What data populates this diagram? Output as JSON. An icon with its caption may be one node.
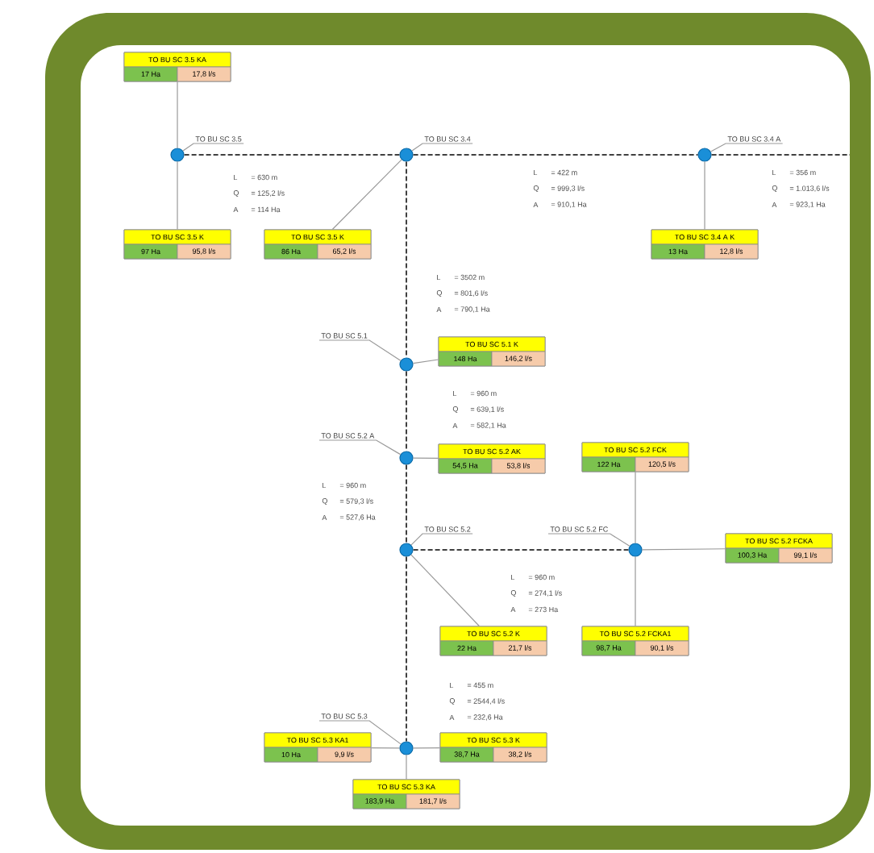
{
  "diagram": {
    "nodes": [
      {
        "text": [
          "TO BU SC 3.5 KA",
          "17 Ha",
          "17,8 l/s"
        ]
      },
      {
        "text": [
          "TO BU SC 3.5"
        ]
      },
      {
        "text": [],
        "shape": "circle"
      },
      {
        "text": [
          "TO BU SC 3.4"
        ]
      },
      {
        "text": [],
        "shape": "circle"
      },
      {
        "text": [
          "TO BU SC 3.4 A"
        ]
      },
      {
        "text": [],
        "shape": "circle"
      },
      {
        "text": [
          "TO BU SC 3.5 K",
          "97 Ha",
          "95,8 l/s"
        ]
      },
      {
        "text": [
          "TO BU SC 3.5 K",
          "86 Ha",
          "65,2 l/s"
        ]
      },
      {
        "text": [
          "TO BU SC 3.4 A K",
          "13 Ha",
          "12,8 l/s"
        ]
      },
      {
        "text": [
          "TO BU SC 5.1"
        ]
      },
      {
        "text": [],
        "shape": "circle"
      },
      {
        "text": [
          "TO BU SC 5.1 K",
          "148 Ha",
          "146,2 l/s"
        ]
      },
      {
        "text": [
          "TO BU SC 5.2 A"
        ]
      },
      {
        "text": [],
        "shape": "circle"
      },
      {
        "text": [
          "TO BU SC 5.2 AK",
          "54,5 Ha",
          "53,8 l/s"
        ]
      },
      {
        "text": [
          "TO BU SC 5.2 FCK",
          "122 Ha",
          "120,5 l/s"
        ]
      },
      {
        "text": [
          "TO BU SC 5.2"
        ]
      },
      {
        "text": [
          "TO BU SC 5.2 FC"
        ]
      },
      {
        "text": [],
        "shape": "circle"
      },
      {
        "text": [],
        "shape": "circle"
      },
      {
        "text": [
          "TO BU SC 5.2 FCKA",
          "100,3 Ha",
          "99,1 l/s"
        ]
      },
      {
        "text": [
          "TO BU SC 5.2 K",
          "22 Ha",
          "21,7 l/s"
        ]
      },
      {
        "text": [
          "TO BU SC 5.2 FCKA1",
          "98,7 Ha",
          "90,1 l/s"
        ]
      },
      {
        "text": [
          "TO BU SC 5.3"
        ]
      },
      {
        "text": [],
        "shape": "circle"
      },
      {
        "text": [
          "TO BU SC 5.3 KA1",
          "10 Ha",
          "9,9 l/s"
        ]
      },
      {
        "text": [
          "TO BU SC 5.3 K",
          "38,7 Ha",
          "38,2 l/s"
        ]
      },
      {
        "text": [
          "TO BU SC 5.3 KA",
          "183,9 Ha",
          "181,7 l/s"
        ]
      }
    ],
    "edges": [
      {
        "from": 2,
        "to": 4,
        "arrow": "none",
        "style": "dashed",
        "color": "#404040"
      },
      {
        "from": 4,
        "to": 6,
        "arrow": "none",
        "style": "dashed",
        "color": "#404040"
      },
      {
        "from": 6,
        "to": null,
        "arrow": "none",
        "style": "dashed",
        "color": "#404040"
      },
      {
        "from": 4,
        "to": 11,
        "arrow": "none",
        "style": "dashed",
        "color": "#404040"
      },
      {
        "from": 11,
        "to": 14,
        "arrow": "none",
        "style": "dashed",
        "color": "#404040"
      },
      {
        "from": 14,
        "to": 19,
        "arrow": "none",
        "style": "dashed",
        "color": "#404040"
      },
      {
        "from": 19,
        "to": 20,
        "arrow": "none",
        "style": "dashed",
        "color": "#404040"
      },
      {
        "from": 19,
        "to": 25,
        "arrow": "none",
        "style": "dashed",
        "color": "#404040"
      },
      {
        "from": 2,
        "to": 0,
        "arrow": "none"
      },
      {
        "from": 2,
        "to": 7,
        "arrow": "none"
      },
      {
        "from": 4,
        "to": 8,
        "arrow": "none"
      },
      {
        "from": 6,
        "to": 9,
        "arrow": "none"
      },
      {
        "from": 11,
        "to": 12,
        "arrow": "none"
      },
      {
        "from": 14,
        "to": 15,
        "arrow": "none"
      },
      {
        "from": 20,
        "to": 16,
        "arrow": "none"
      },
      {
        "from": 20,
        "to": 21,
        "arrow": "none"
      },
      {
        "from": 20,
        "to": 23,
        "arrow": "none"
      },
      {
        "from": 19,
        "to": 22,
        "arrow": "none"
      },
      {
        "from": 25,
        "to": 26,
        "arrow": "none"
      },
      {
        "from": 25,
        "to": 27,
        "arrow": "none"
      },
      {
        "from": 25,
        "to": 28,
        "arrow": "none"
      },
      {
        "from": 1,
        "to": 2,
        "arrow": "none"
      },
      {
        "from": 3,
        "to": 4,
        "arrow": "none"
      },
      {
        "from": 5,
        "to": 6,
        "arrow": "none"
      },
      {
        "from": 10,
        "to": 11,
        "arrow": "none"
      },
      {
        "from": 13,
        "to": 14,
        "arrow": "none"
      },
      {
        "from": 17,
        "to": 19,
        "arrow": "none"
      },
      {
        "from": 18,
        "to": 20,
        "arrow": "none"
      },
      {
        "from": 24,
        "to": 25,
        "arrow": "none"
      }
    ],
    "labels": [
      "L",
      "= 630 m",
      "Q",
      "= 125,2 l/s",
      "A",
      "= 114 Ha",
      "L",
      "= 3502 m",
      "Q",
      "= 801,6 l/s",
      "A",
      "= 790,1 Ha",
      "L",
      "= 422 m",
      "Q",
      "= 999,3 l/s",
      "A",
      "= 910,1 Ha",
      "L",
      "= 356 m",
      "Q",
      "= 1.013,6 l/s",
      "A",
      "= 923,1 Ha",
      "L",
      "= 960 m",
      "Q",
      "= 639,1 l/s",
      "A",
      "= 582,1 Ha",
      "L",
      "= 960 m",
      "Q",
      "= 579,3 l/s",
      "A",
      "= 527,6 Ha",
      "L",
      "= 960 m",
      "Q",
      "= 274,1 l/s",
      "A",
      "= 273 Ha",
      "L",
      "= 455 m",
      "Q",
      "= 2544,4 l/s",
      "A",
      "= 232,6 Ha"
    ]
  }
}
